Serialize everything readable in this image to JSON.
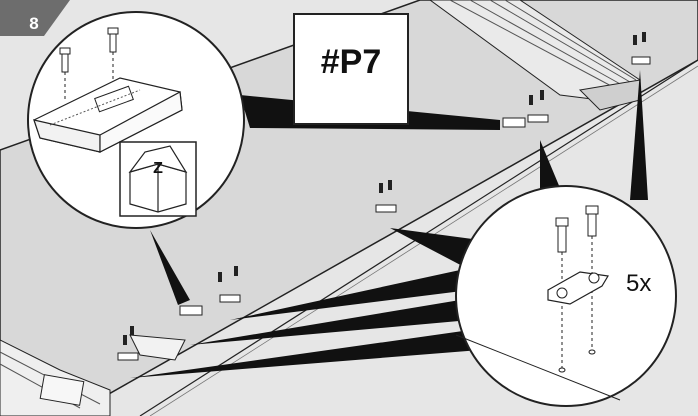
{
  "step": {
    "number": "8"
  },
  "part": {
    "label": "#P7"
  },
  "quantity": {
    "label": "5x"
  },
  "box_icon": {
    "letter": "Z"
  },
  "colors": {
    "background": "#e6e6e6",
    "panel": "#d9d9d9",
    "step_badge": "#6d6d6d",
    "ink": "#111111"
  },
  "icons": [
    "screw-icon",
    "hinge-bracket-icon",
    "box-z-icon",
    "plate-connector-icon"
  ]
}
